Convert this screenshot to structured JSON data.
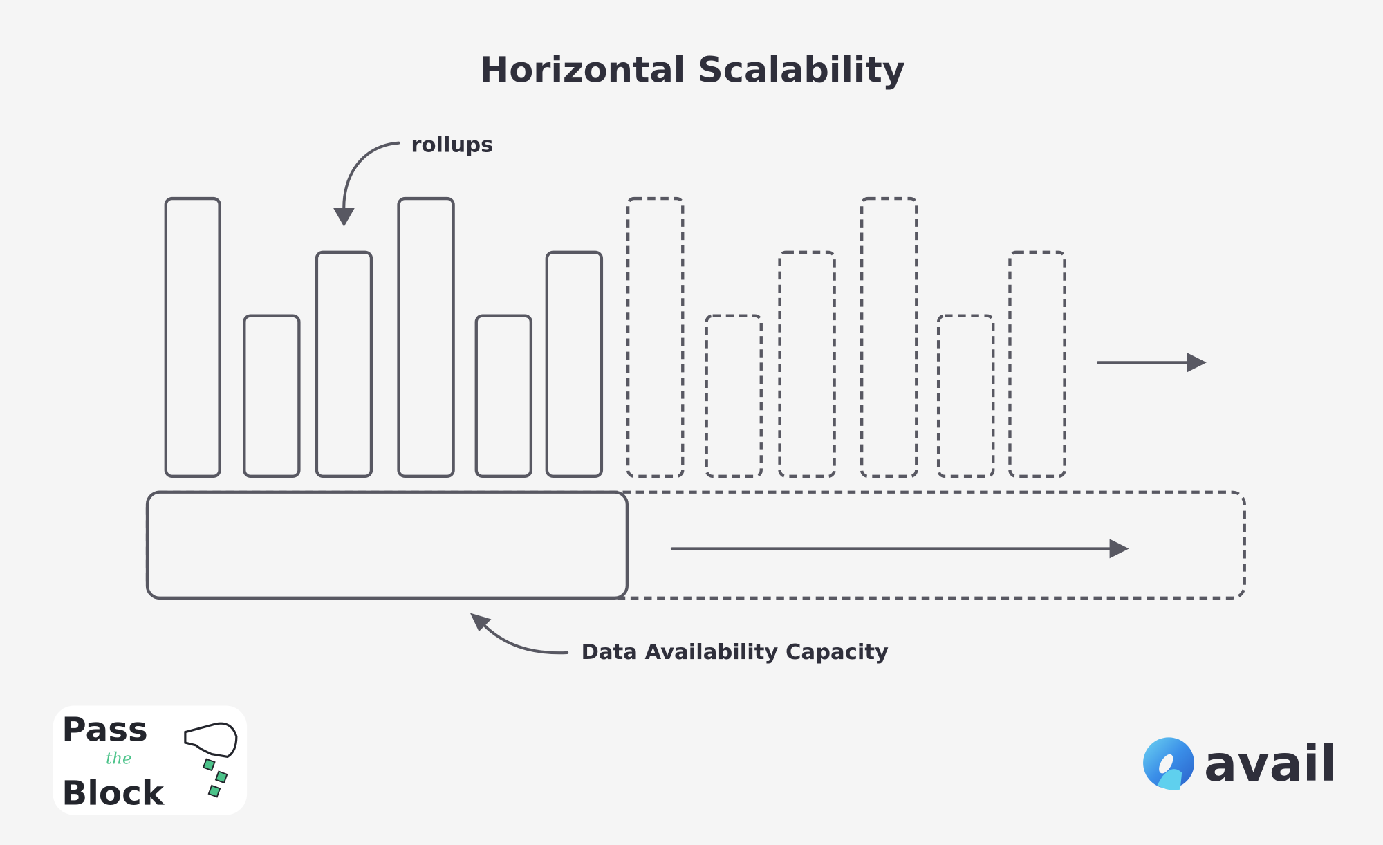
{
  "title": "Horizontal Scalability",
  "labels": {
    "rollups": "rollups",
    "data_availability": "Data Availability Capacity"
  },
  "logos": {
    "pass_the_block": {
      "line1": "Pass",
      "middle": "the",
      "line2": "Block"
    },
    "avail": "avail"
  },
  "colors": {
    "stroke": "#585862",
    "text": "#2f2f3b",
    "background": "#f5f5f5",
    "ptb_green": "#4cc38a",
    "avail_blue": "#3a8ee8"
  }
}
